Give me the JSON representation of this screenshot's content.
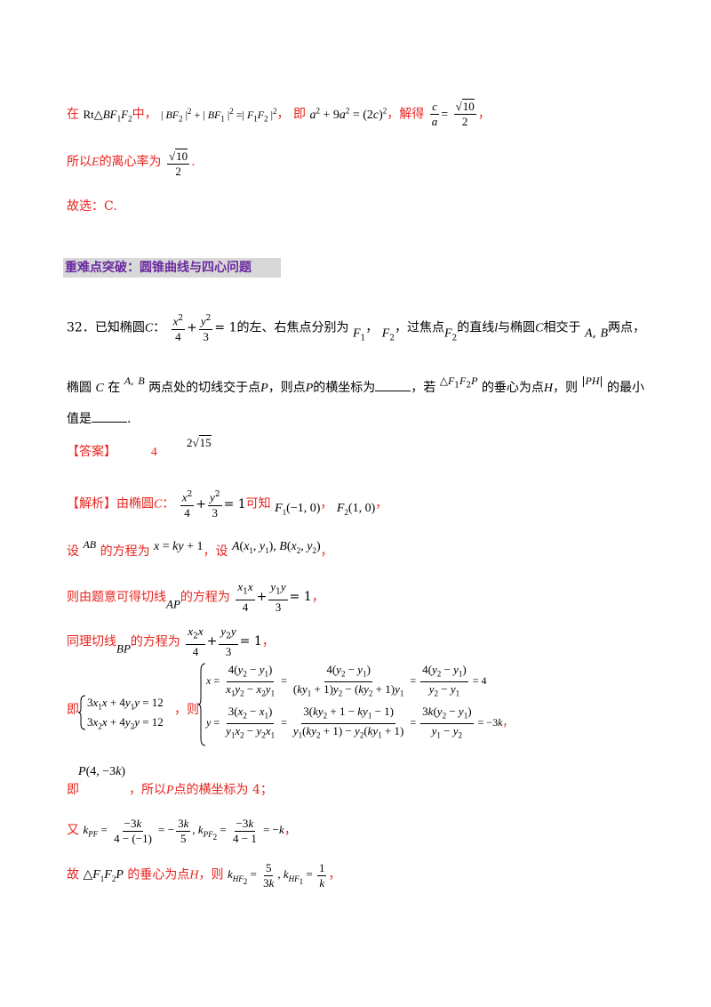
{
  "l1": {
    "a": "在",
    "b": "中，",
    "c": "即",
    "d": "，解得",
    "e": "，"
  },
  "l2": {
    "a": "所以",
    "b": "E",
    "c": "的离心率为",
    "d": "."
  },
  "l3": "故选：C.",
  "section_title": "重难点突破：圆锥曲线与四心问题",
  "q": {
    "num": "32．已知椭圆",
    "c": "C",
    "t1": "的左、右焦点分别为",
    "t2": "，过焦点",
    "t3": "的直线",
    "l": "l",
    "t4": "与椭圆",
    "t5": "相交于",
    "t6": "两点，",
    "t7": "椭圆",
    "t8": "在",
    "t9": "两点处的切线交于点",
    "P": "P",
    "t10": "，则点",
    "t11": "的横坐标为",
    "t12": "，若",
    "t13": "的垂心为点",
    "H": "H",
    "t14": "，则",
    "t15": "的最小",
    "t16": "值是",
    "t17": "."
  },
  "answer": {
    "label": "【答案】",
    "v1": "4"
  },
  "sol": {
    "label": "【解析】",
    "t1": "由椭圆",
    "t2": "可知",
    "t3": "设",
    "t4": "的方程为",
    "t5": "，设",
    "t6": "则由题意可得切线",
    "t7": "的方程为",
    "t8": "同理切线",
    "t9": "即",
    "t10": "，则",
    "t11": "即",
    "t12": "，所以",
    "t13": "点的横坐标为 4；",
    "t14": "又",
    "t15": "故",
    "t16": "的垂心为点",
    "t17": "，则"
  }
}
